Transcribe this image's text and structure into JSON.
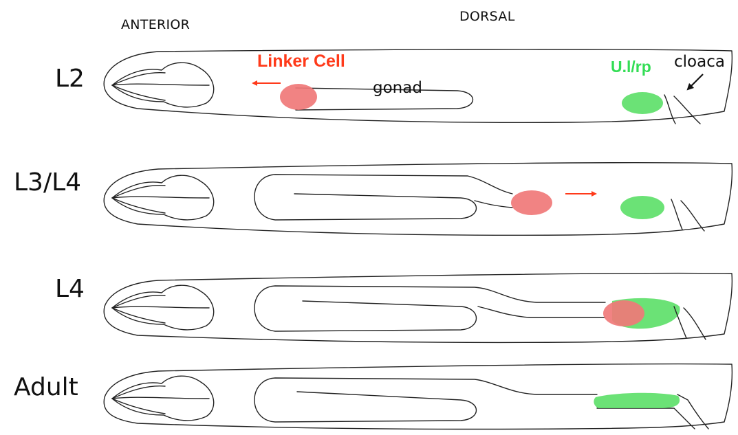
{
  "orientation": {
    "anterior": "ANTERIOR",
    "dorsal": "DORSAL"
  },
  "stages": [
    {
      "label": "L2"
    },
    {
      "label": "L3/L4"
    },
    {
      "label": "L4"
    },
    {
      "label": "Adult"
    }
  ],
  "annotations": {
    "linker_cell": "Linker Cell",
    "gonad": "gonad",
    "u_cell": "U.l/rp",
    "cloaca": "cloaca"
  },
  "colors": {
    "linker_cell": "#f07878",
    "u_cell": "#5ee06a",
    "red_arrow": "#ff3a1a",
    "linker_label": "#ff3a1a",
    "u_label": "#33dd55",
    "outline": "#222222"
  },
  "icons": {
    "migration_arrow": "arrow-icon",
    "cloaca_pointer": "arrow-icon"
  }
}
